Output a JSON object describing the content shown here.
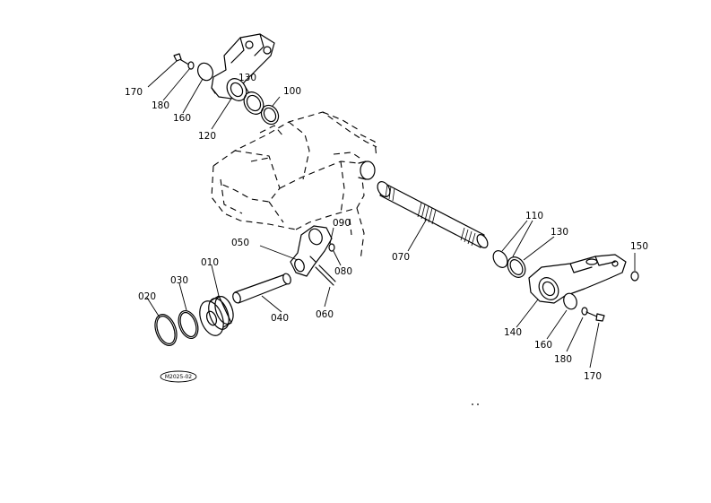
{
  "diagram": {
    "code": "M2025-02",
    "part_labels": {
      "p170_top": "170",
      "p180_top": "180",
      "p160_top": "160",
      "p120": "120",
      "p130_top": "130",
      "p100": "100",
      "p110": "110",
      "p130_right": "130",
      "p150": "150",
      "p140": "140",
      "p160_bottom": "160",
      "p180_bottom": "180",
      "p170_bottom": "170",
      "p070": "070",
      "p090": "090",
      "p050": "050",
      "p080": "080",
      "p060": "060",
      "p040": "040",
      "p010": "010",
      "p030": "030",
      "p020": "020"
    },
    "colors": {
      "ink": "#000000",
      "paper": "#ffffff"
    }
  }
}
